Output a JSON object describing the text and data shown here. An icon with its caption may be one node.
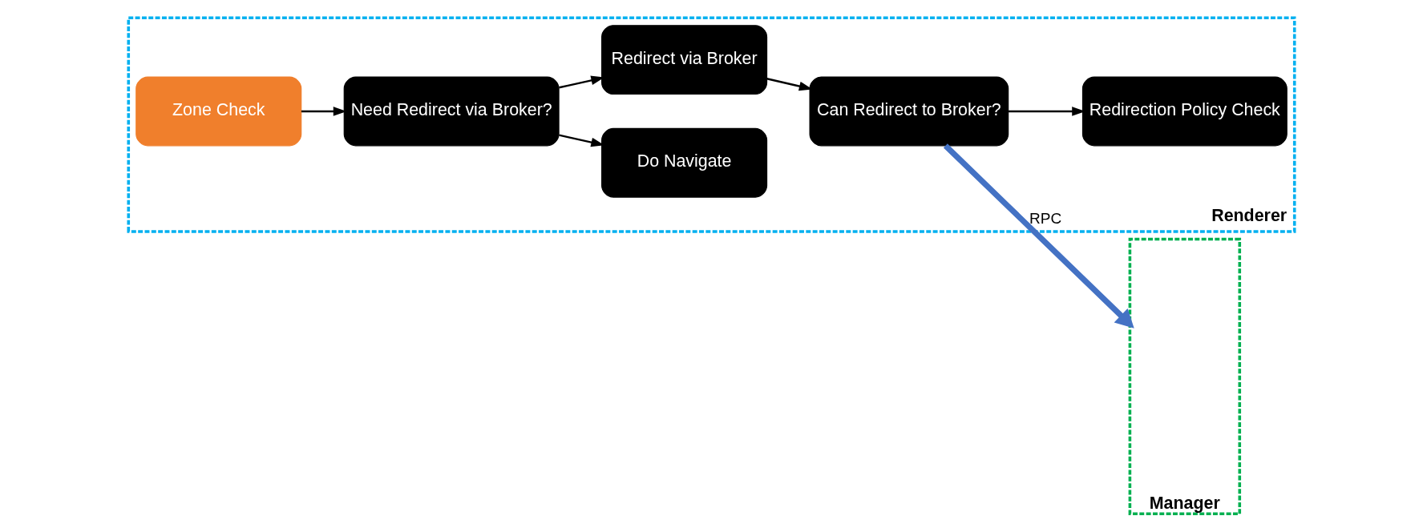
{
  "diagram": {
    "nodes": [
      {
        "text": [
          "Renderer"
        ]
      },
      {
        "text": [
          "Zone Check"
        ],
        "in": 0
      },
      {
        "text": [
          "Need Redirect via Broker?"
        ],
        "in": 0
      },
      {
        "text": [
          "Do Navigate"
        ],
        "in": 0
      },
      {
        "text": [
          "Redirect via Broker"
        ],
        "in": 0
      },
      {
        "text": [
          "Can Redirect to Broker?"
        ],
        "in": 0
      },
      {
        "text": [
          "Redirection Policy Check"
        ],
        "in": 0
      },
      {
        "text": [
          "Manager"
        ]
      }
    ],
    "edges": [
      {
        "from": 1,
        "to": 2,
        "arrow": "to"
      },
      {
        "from": 2,
        "to": 3,
        "arrow": "to"
      },
      {
        "from": 2,
        "to": 4,
        "arrow": "to"
      },
      {
        "from": 4,
        "to": 5,
        "arrow": "to"
      },
      {
        "from": 5,
        "to": 6,
        "arrow": "to"
      },
      {
        "from": 5,
        "to": 7,
        "arrow": "to",
        "label": "RPC",
        "style": "thick",
        "color": "#4472c4"
      }
    ]
  }
}
